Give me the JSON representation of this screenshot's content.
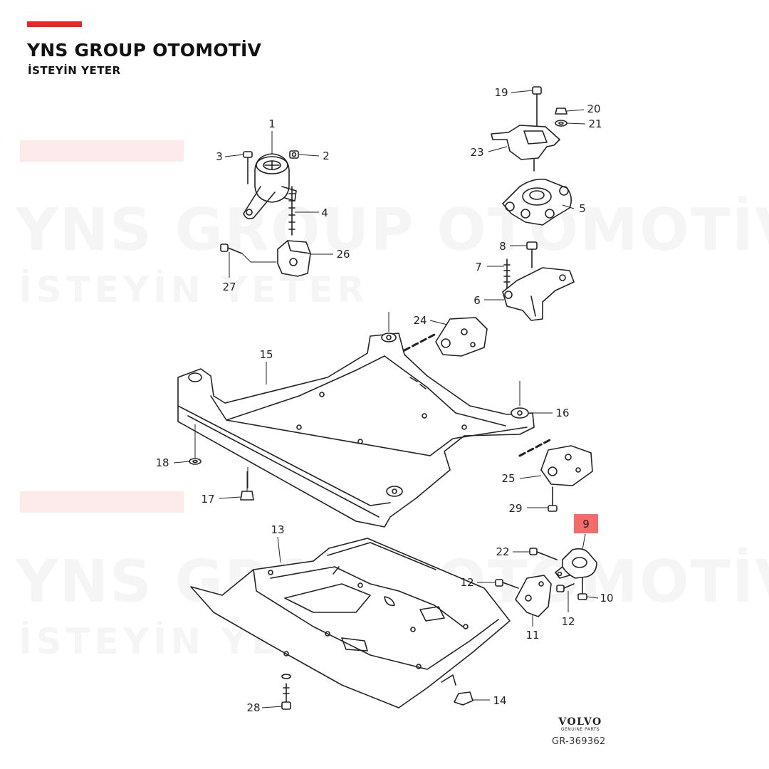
{
  "header": {
    "brand": "YNS GROUP OTOMOTİV",
    "tagline": "İSTEYİN YETER",
    "accent_color": "#e8262b"
  },
  "watermark": {
    "brand": "YNS GROUP OTOMOTİV",
    "tagline": "İSTEYİN YETER"
  },
  "callouts": [
    {
      "id": "1",
      "label": "1",
      "highlighted": false
    },
    {
      "id": "2",
      "label": "2",
      "highlighted": false
    },
    {
      "id": "3",
      "label": "3",
      "highlighted": false
    },
    {
      "id": "4",
      "label": "4",
      "highlighted": false
    },
    {
      "id": "5",
      "label": "5",
      "highlighted": false
    },
    {
      "id": "6",
      "label": "6",
      "highlighted": false
    },
    {
      "id": "7",
      "label": "7",
      "highlighted": false
    },
    {
      "id": "8",
      "label": "8",
      "highlighted": false
    },
    {
      "id": "9",
      "label": "9",
      "highlighted": true
    },
    {
      "id": "10",
      "label": "10",
      "highlighted": false
    },
    {
      "id": "11",
      "label": "11",
      "highlighted": false
    },
    {
      "id": "12a",
      "label": "12",
      "highlighted": false
    },
    {
      "id": "12b",
      "label": "12",
      "highlighted": false
    },
    {
      "id": "13",
      "label": "13",
      "highlighted": false
    },
    {
      "id": "14",
      "label": "14",
      "highlighted": false
    },
    {
      "id": "15",
      "label": "15",
      "highlighted": false
    },
    {
      "id": "16",
      "label": "16",
      "highlighted": false
    },
    {
      "id": "17",
      "label": "17",
      "highlighted": false
    },
    {
      "id": "18",
      "label": "18",
      "highlighted": false
    },
    {
      "id": "19",
      "label": "19",
      "highlighted": false
    },
    {
      "id": "20",
      "label": "20",
      "highlighted": false
    },
    {
      "id": "21",
      "label": "21",
      "highlighted": false
    },
    {
      "id": "22",
      "label": "22",
      "highlighted": false
    },
    {
      "id": "23",
      "label": "23",
      "highlighted": false
    },
    {
      "id": "24",
      "label": "24",
      "highlighted": false
    },
    {
      "id": "25",
      "label": "25",
      "highlighted": false
    },
    {
      "id": "26",
      "label": "26",
      "highlighted": false
    },
    {
      "id": "27",
      "label": "27",
      "highlighted": false
    },
    {
      "id": "28",
      "label": "28",
      "highlighted": false
    },
    {
      "id": "29",
      "label": "29",
      "highlighted": false
    }
  ],
  "highlight_color": "#f36b6b",
  "footer": {
    "logo_word": "VOLVO",
    "logo_sub": "GENUINE PARTS",
    "ref": "GR-369362"
  }
}
